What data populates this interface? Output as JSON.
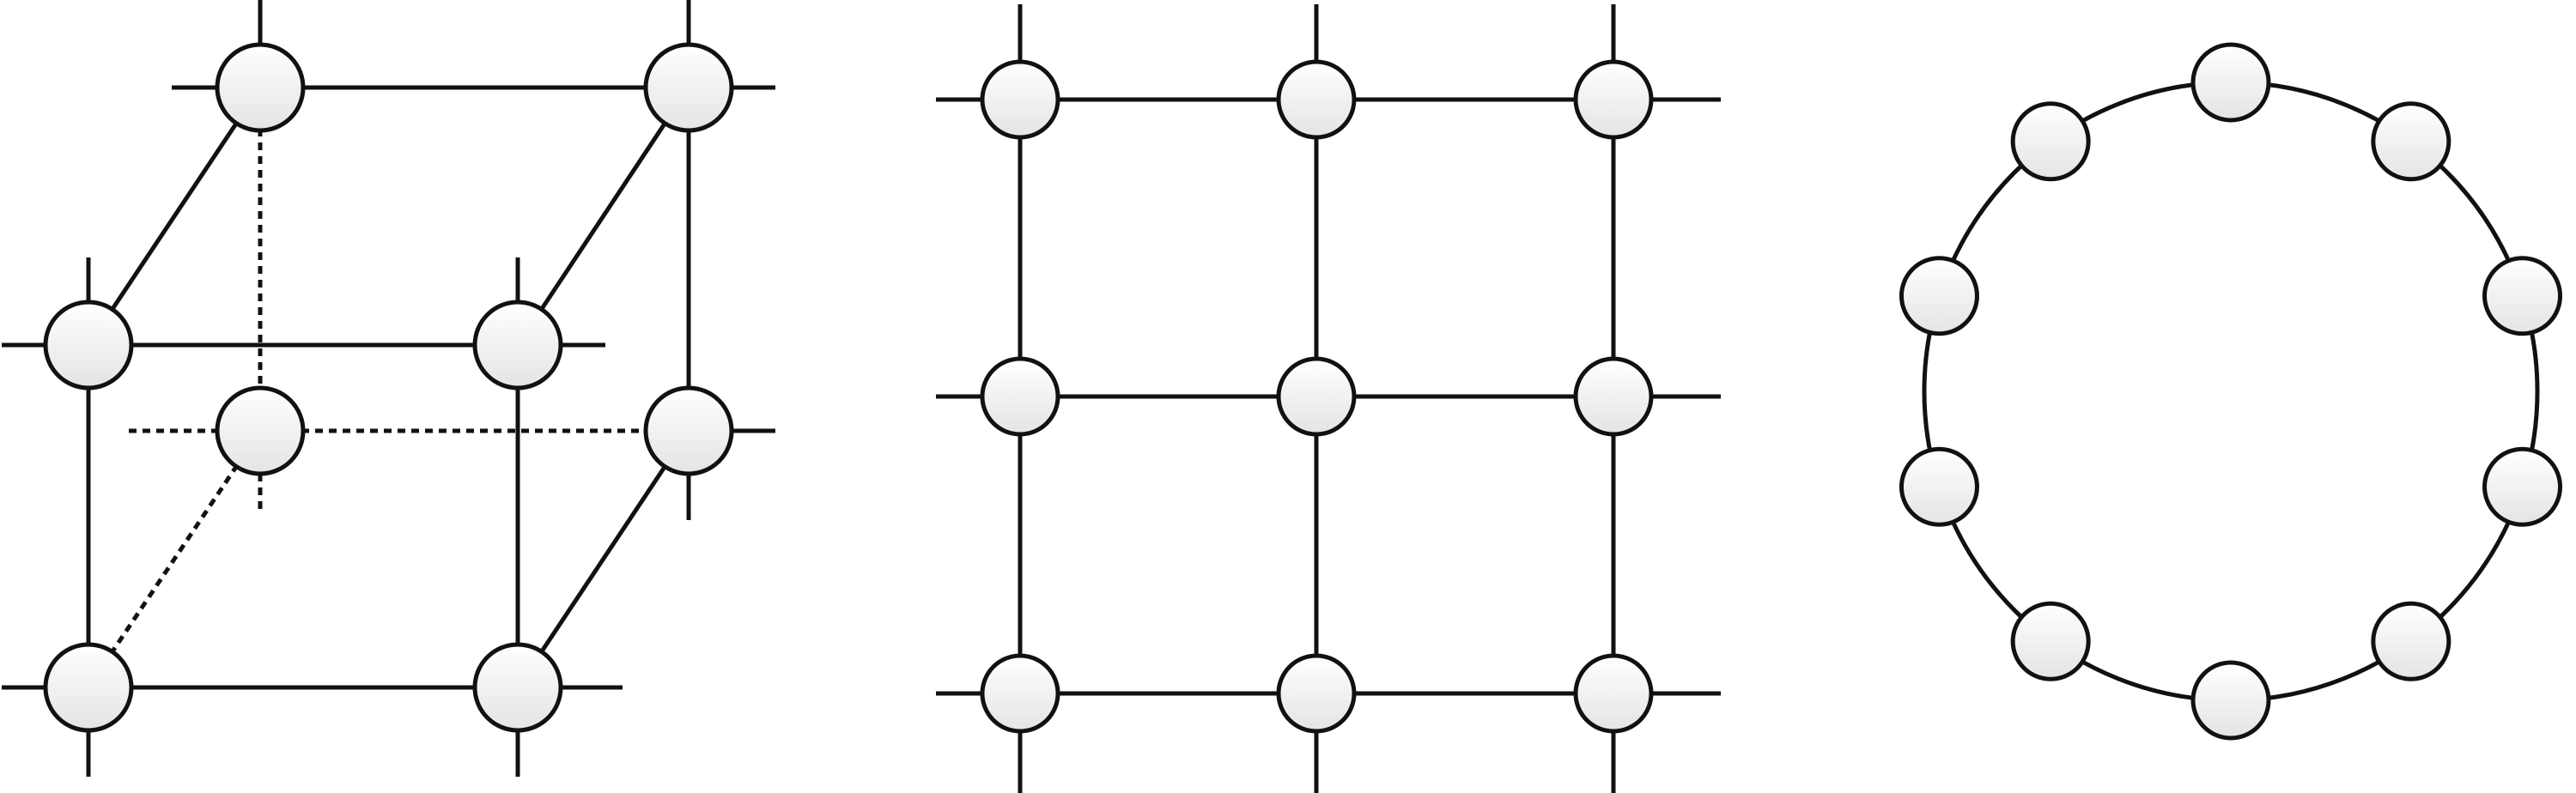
{
  "colors": {
    "line": "#111111",
    "node_fill_top": "#ffffff",
    "node_fill_bottom": "#e4e4e4",
    "background": "#ffffff"
  },
  "diagrams": [
    {
      "id": "cube-lattice",
      "kind": "3d-cubic-lattice",
      "node_count": 8,
      "hidden_nodes": 1
    },
    {
      "id": "square-grid",
      "kind": "2d-square-lattice",
      "rows": 3,
      "columns": 3,
      "node_count": 9
    },
    {
      "id": "ring",
      "kind": "1d-ring",
      "node_count": 10
    }
  ]
}
